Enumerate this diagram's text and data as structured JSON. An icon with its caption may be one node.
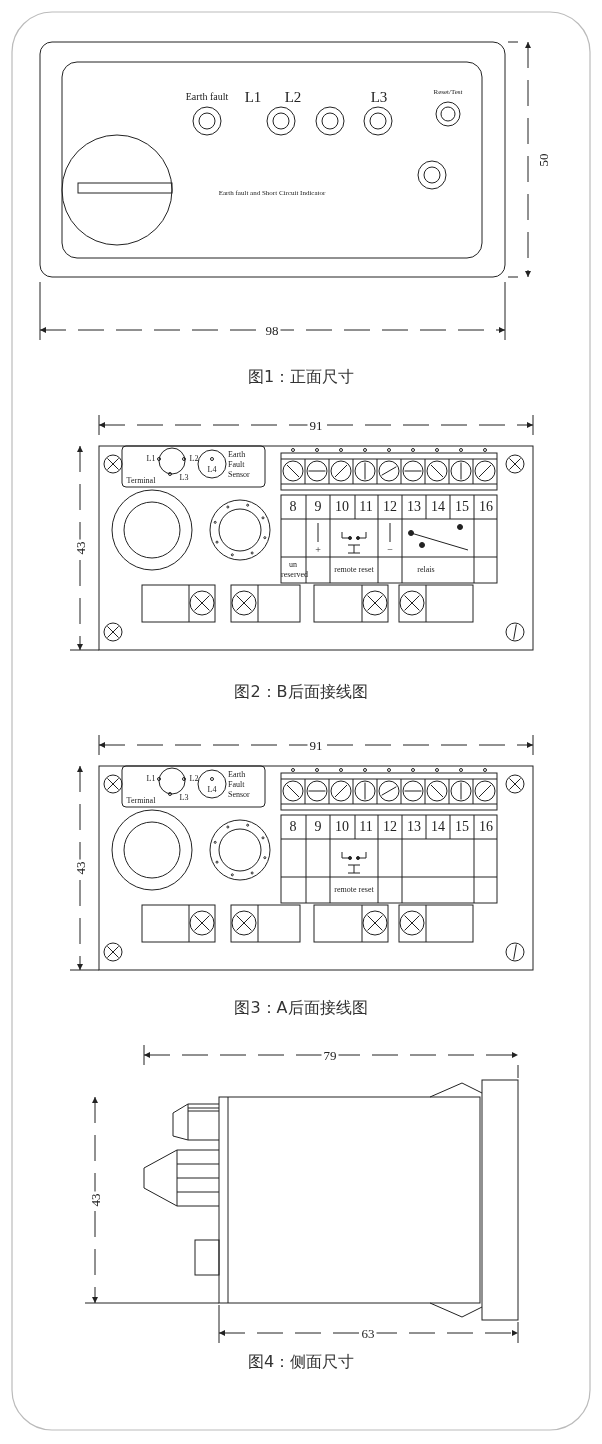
{
  "diagram": {
    "labels": [
      "Earth fault",
      "L1",
      "L2",
      "L3",
      "Reset/Test",
      "50",
      "Earth fault and Short Circuit Indicator",
      "98",
      "图1：正面尺寸",
      "91",
      "L1",
      "L2",
      "Earth Fault Sensor",
      "L3",
      "L4",
      "Terminal",
      "43",
      "8",
      "9",
      "10",
      "11",
      "12",
      "13",
      "14",
      "15",
      "16",
      "+",
      "−",
      "un reserved",
      "remote reset",
      "relais",
      "图2：B后面接线图",
      "91",
      "L1",
      "L2",
      "Earth Fault Sensor",
      "L3",
      "L4",
      "Terminal",
      "43",
      "8",
      "9",
      "10",
      "11",
      "12",
      "13",
      "14",
      "15",
      "16",
      "remote reset",
      "图3：A后面接线图",
      "79",
      "43",
      "63",
      "图4：侧面尺寸"
    ]
  }
}
